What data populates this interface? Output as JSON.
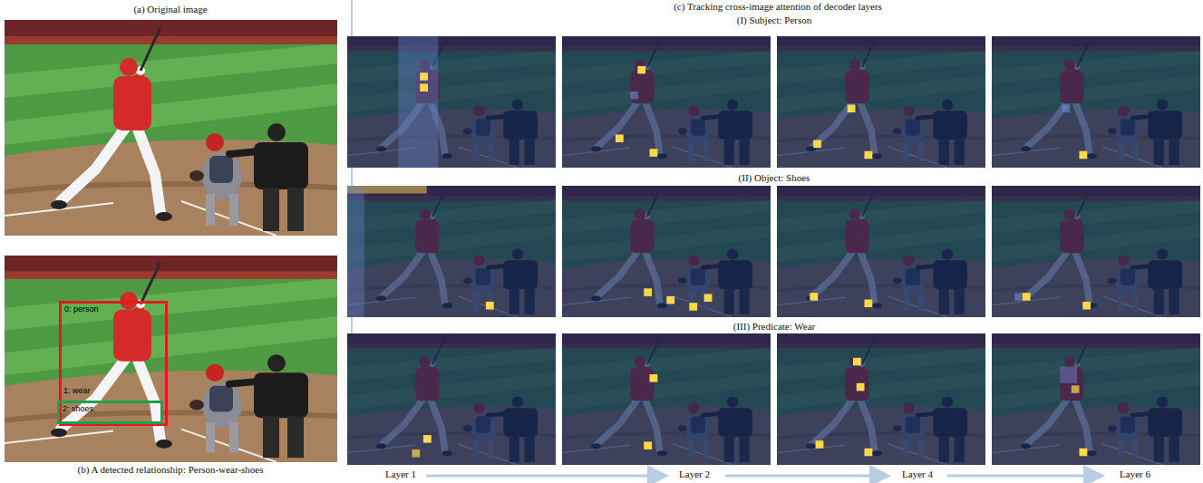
{
  "diagram": {
    "nodes": [
      {
        "text": [
          "0: person"
        ]
      },
      {
        "text": [
          "2: shoes"
        ]
      }
    ],
    "labels": [
      "(a) Original image",
      "(b) A detected relationship: Person-wear-shoes",
      "(c) Tracking cross-image attention of decoder layers",
      "(I) Subject: Person",
      "(II) Object: Shoes",
      "(III) Predicate: Wear",
      "Layer 1",
      "Layer 2",
      "Layer 4",
      "Layer 6",
      "1: wear"
    ]
  }
}
